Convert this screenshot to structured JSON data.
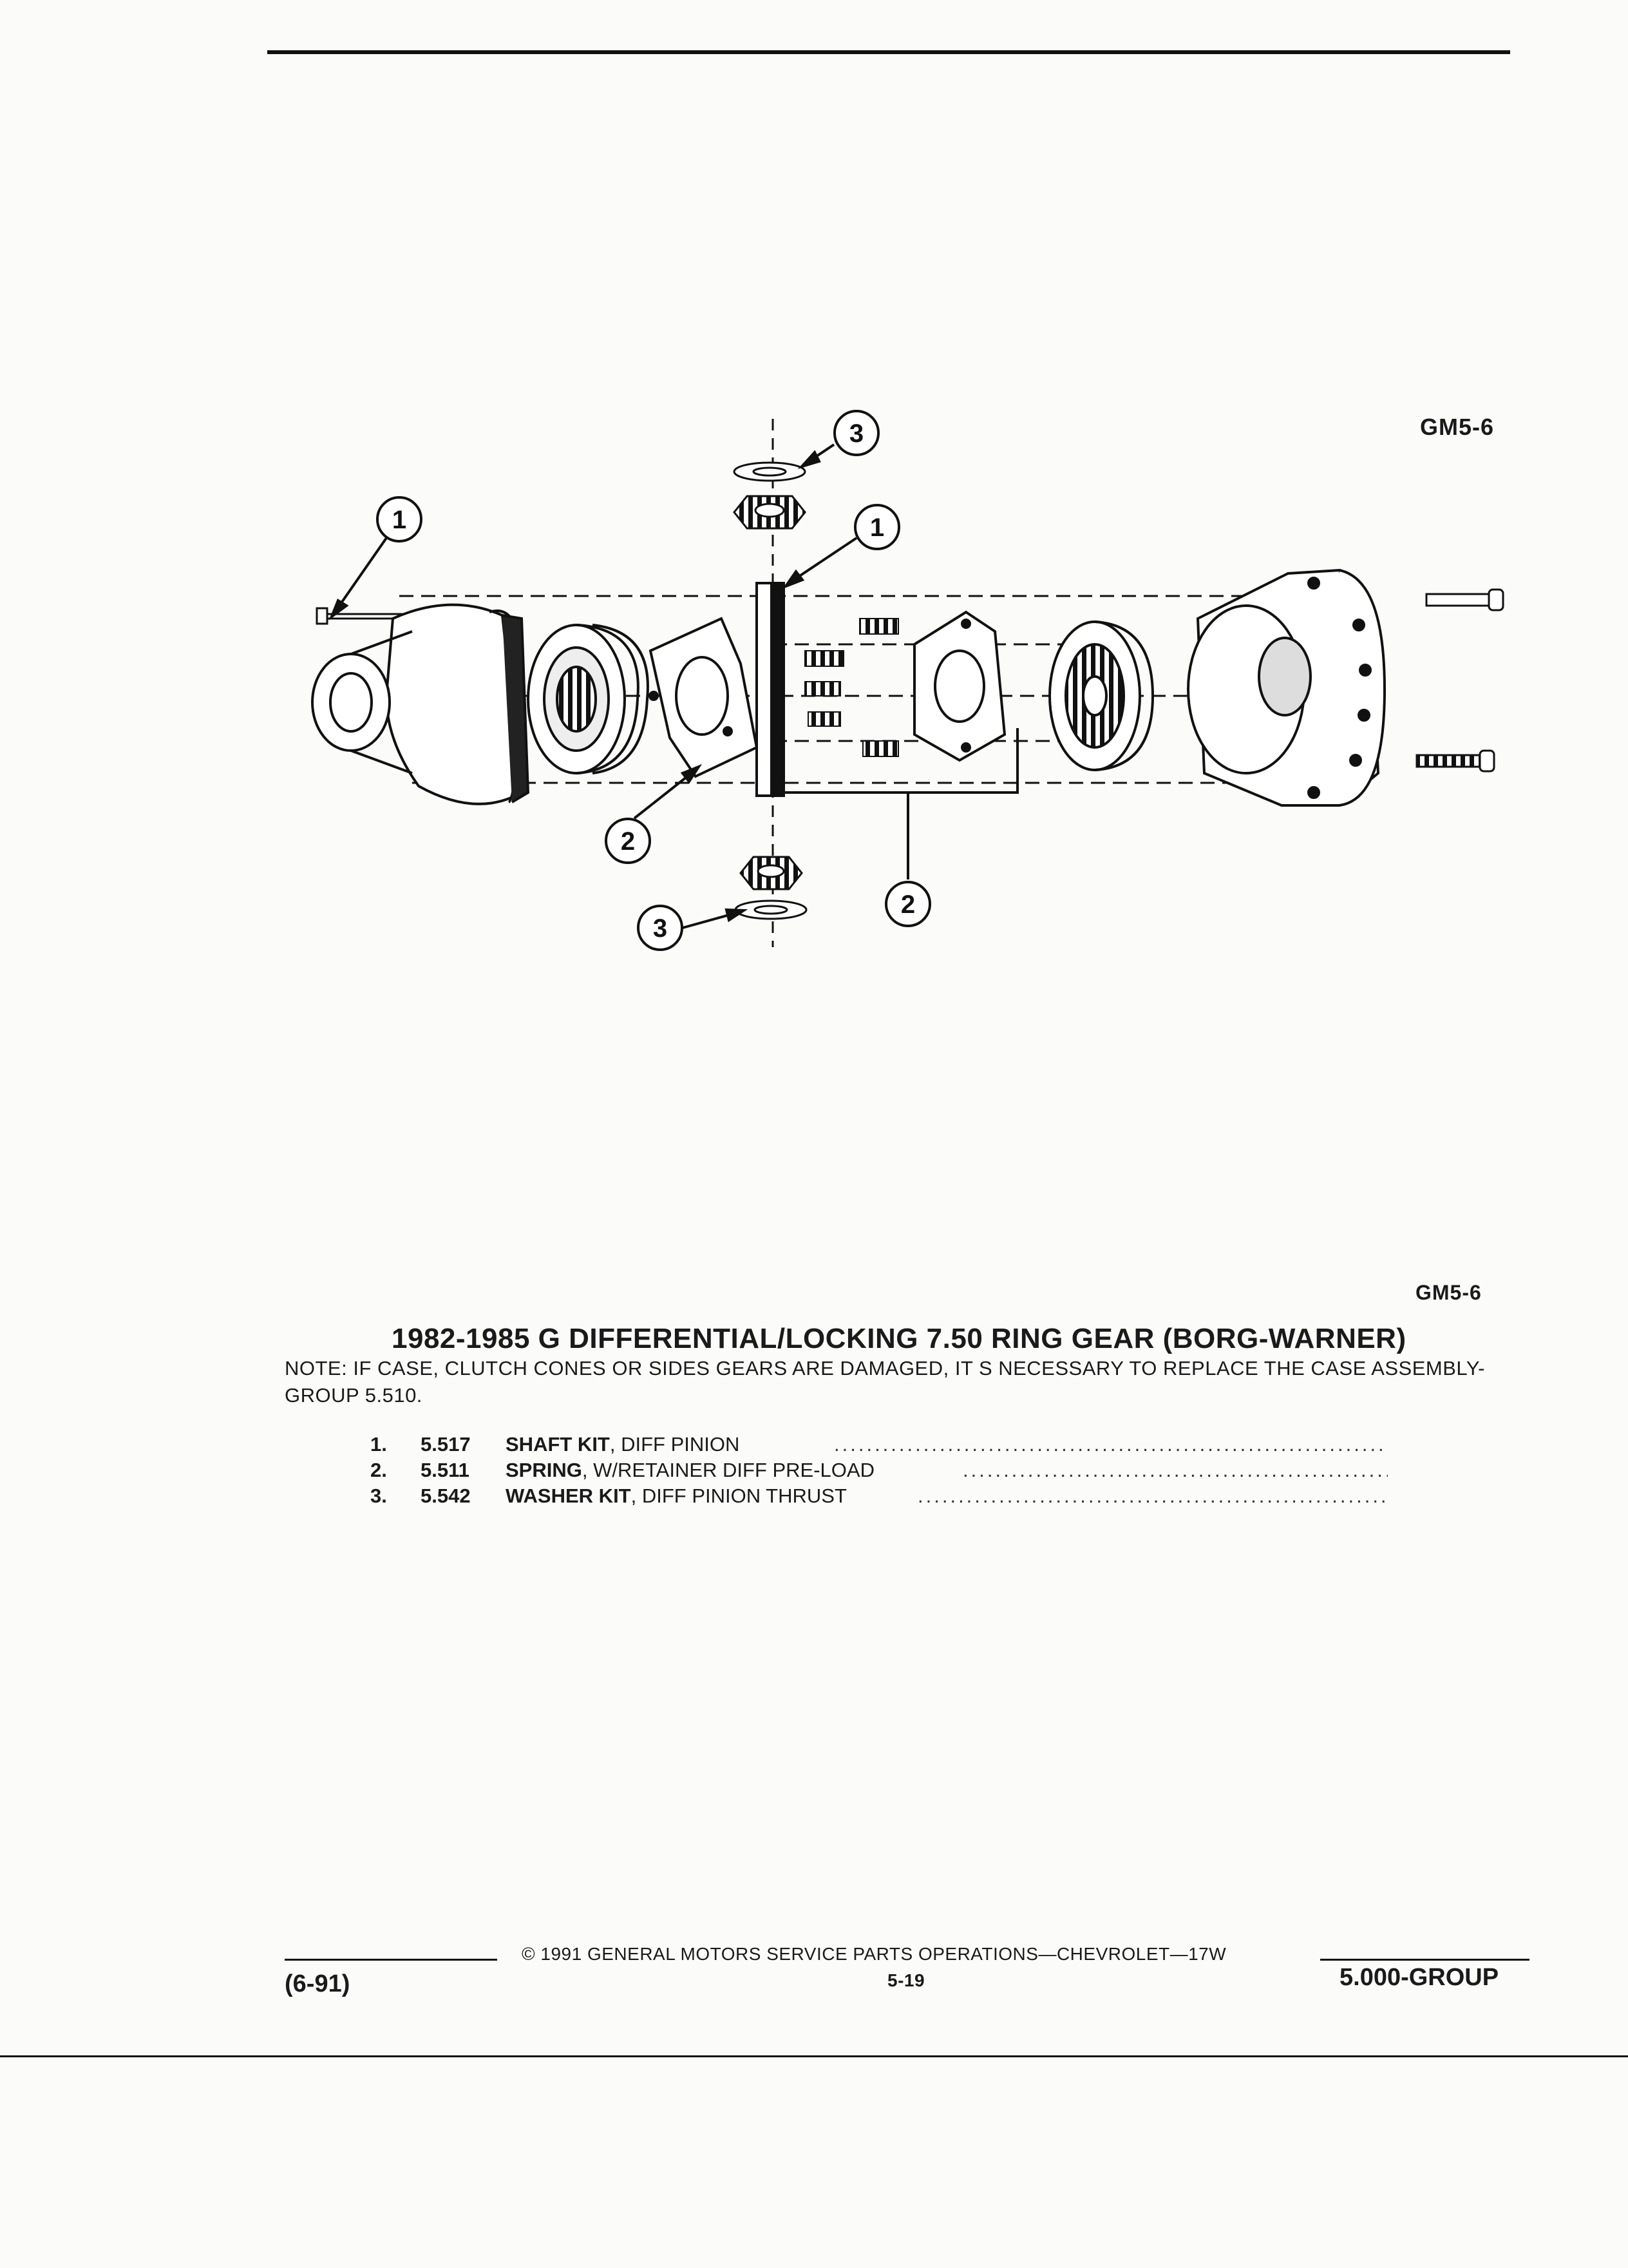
{
  "figure": {
    "code_top": "GM5-6",
    "code_bottom": "GM5-6",
    "callouts": [
      "1",
      "1",
      "2",
      "2",
      "3",
      "3"
    ]
  },
  "title": "1982-1985 G DIFFERENTIAL/LOCKING 7.50 RING GEAR (BORG-WARNER)",
  "note": "NOTE: IF CASE, CLUTCH CONES OR SIDES GEARS ARE DAMAGED, IT S NECESSARY TO REPLACE THE CASE ASSEMBLY-GROUP 5.510.",
  "parts": [
    {
      "num": "1.",
      "code": "5.517",
      "name": "SHAFT KIT",
      "desc": ", DIFF PINION"
    },
    {
      "num": "2.",
      "code": "5.511",
      "name": "SPRING",
      "desc": ", W/RETAINER DIFF PRE-LOAD"
    },
    {
      "num": "3.",
      "code": "5.542",
      "name": "WASHER KIT",
      "desc": ", DIFF PINION THRUST"
    }
  ],
  "footer": {
    "copyright": "© 1991 GENERAL MOTORS SERVICE PARTS OPERATIONS—CHEVROLET—17W",
    "revision": "(6-91)",
    "page": "5-19",
    "group": "5.000-GROUP"
  }
}
